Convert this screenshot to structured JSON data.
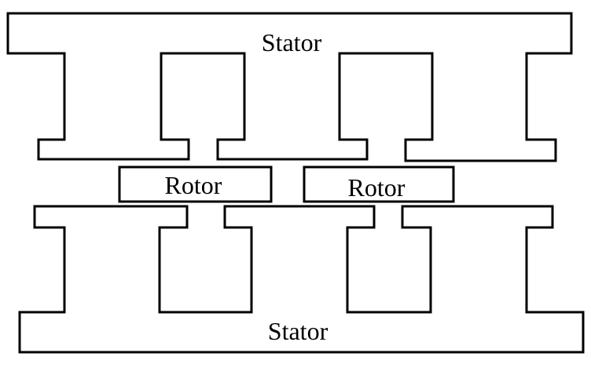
{
  "labels": {
    "stator_top": "Stator",
    "stator_bottom": "Stator",
    "rotor_left": "Rotor",
    "rotor_right": "Rotor"
  },
  "colors": {
    "stroke": "#000000",
    "background": "#ffffff"
  }
}
